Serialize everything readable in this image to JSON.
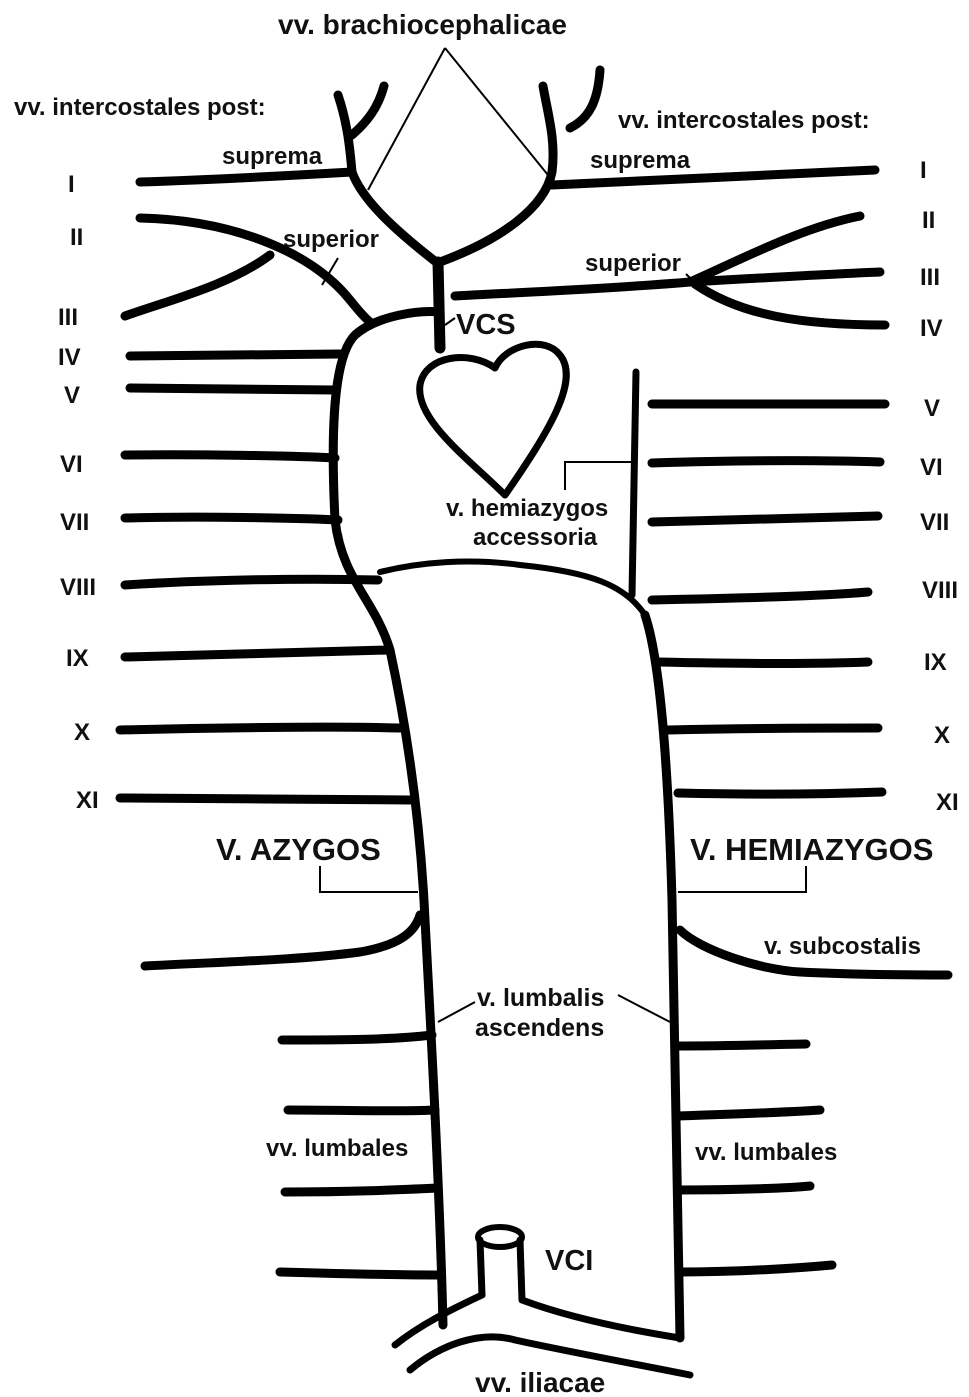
{
  "labels": {
    "brachiocephalicae": "vv. brachiocephalicae",
    "intercostales_left": "vv. intercostales post:",
    "intercostales_right": "vv. intercostales post:",
    "suprema_left": "suprema",
    "suprema_right": "suprema",
    "superior_left": "superior",
    "superior_right": "superior",
    "vcs": "VCS",
    "hemiazygos_accessoria_1": "v. hemiazygos",
    "hemiazygos_accessoria_2": "accessoria",
    "azygos": "V. AZYGOS",
    "hemiazygos": "V. HEMIAZYGOS",
    "subcostalis": "v. subcostalis",
    "lumbalis_ascendens_1": "v. lumbalis",
    "lumbalis_ascendens_2": "ascendens",
    "lumbales_left": "vv. lumbales",
    "lumbales_right": "vv. lumbales",
    "vci": "VCI",
    "iliacae": "vv. iliacae"
  },
  "ribs_left": [
    "I",
    "II",
    "III",
    "IV",
    "V",
    "VI",
    "VII",
    "VIII",
    "IX",
    "X",
    "XI"
  ],
  "ribs_right": [
    "I",
    "II",
    "III",
    "IV",
    "V",
    "VI",
    "VII",
    "VIII",
    "IX",
    "X",
    "XI"
  ]
}
